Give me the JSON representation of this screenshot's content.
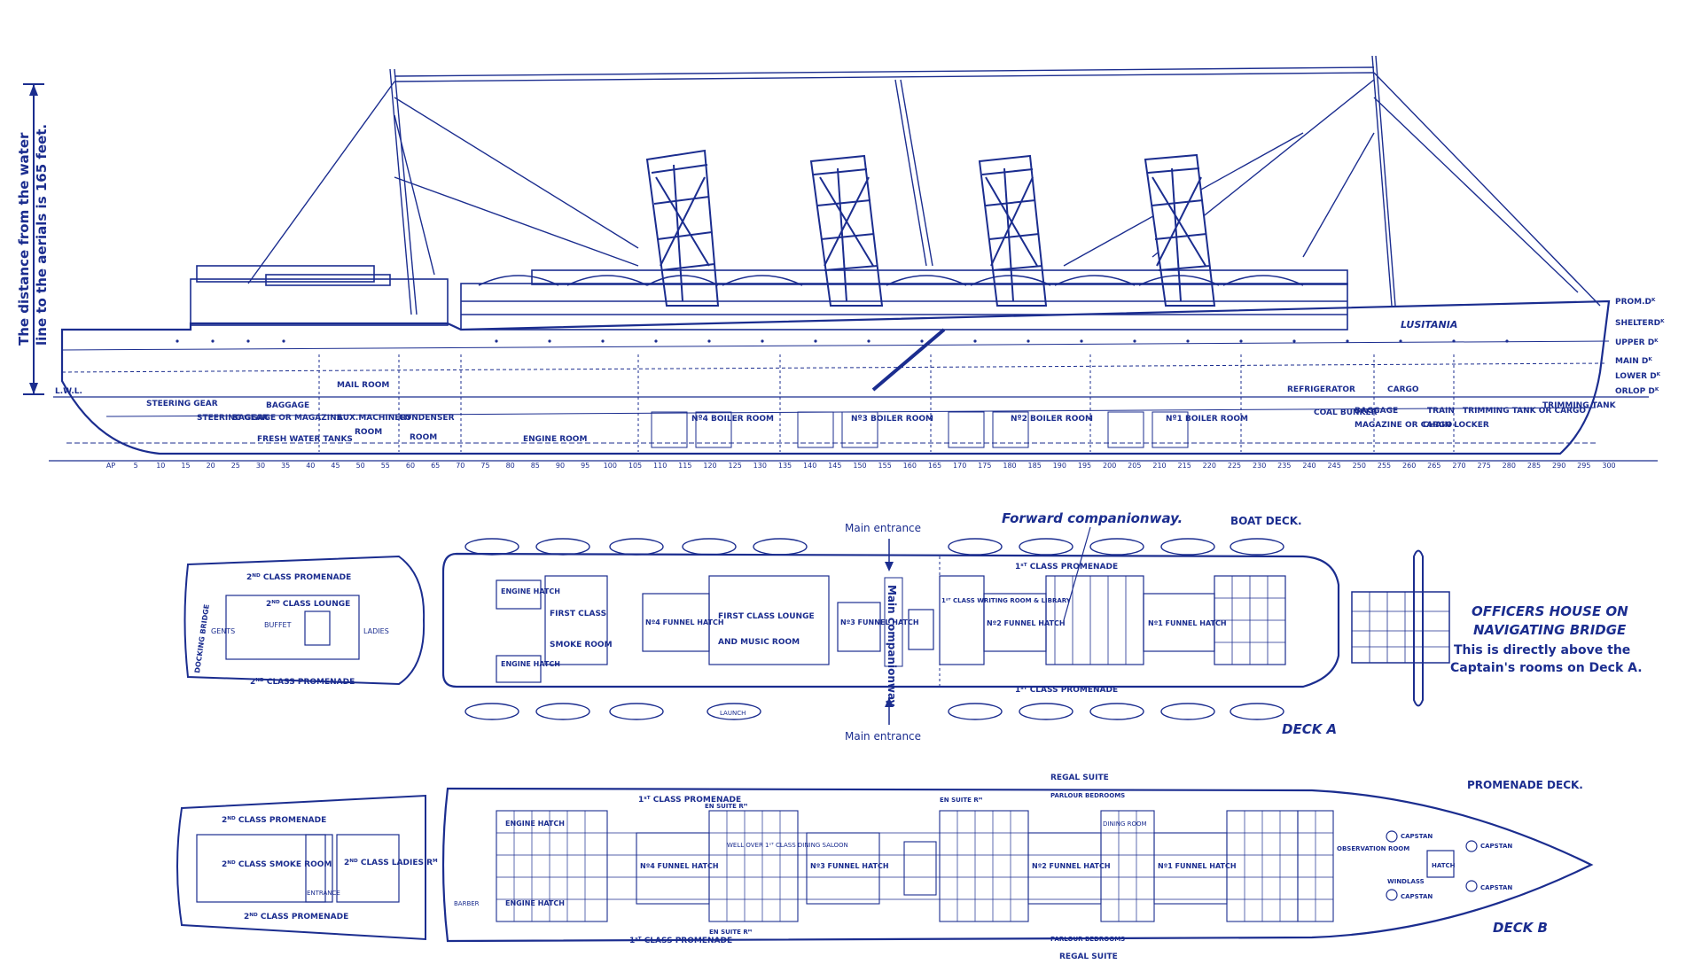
{
  "colors": {
    "ink": "#1b2d8f",
    "paper": "#ffffff"
  },
  "profile": {
    "distance_note_line1": "The distance from the water",
    "distance_note_line2": "line to the aerials is 165 feet.",
    "ship_name": "LUSITANIA",
    "lwl": "L.W.L.",
    "deck_labels": [
      "PROM.Dᴷ",
      "SHELTERDᴷ",
      "UPPER Dᴷ",
      "MAIN Dᴷ",
      "LOWER Dᴷ",
      "ORLOP Dᴷ"
    ],
    "compartments": [
      "STEERING GEAR",
      "BAGGAGE",
      "STEERING GEAR",
      "BAGGAGE OR MAGAZINE",
      "AUX.MACHINERY",
      "CONDENSER",
      "ROOM",
      "ROOM",
      "FRESH WATER TANKS",
      "MAIL ROOM",
      "ENGINE ROOM",
      "Nº4 BOILER ROOM",
      "Nº3 BOILER ROOM",
      "Nº2 BOILER ROOM",
      "Nº1 BOILER ROOM",
      "REFRIGERATOR",
      "CARGO",
      "COAL BUNKER",
      "BAGGAGE",
      "MAGAZINE OR CARGO",
      "TRAIN",
      "CHAIN LOCKER",
      "TRIMMING TANK OR CARGO",
      "TRIMMING TANK"
    ],
    "frame_numbers": [
      "AP",
      "5",
      "10",
      "15",
      "20",
      "25",
      "30",
      "35",
      "40",
      "45",
      "50",
      "55",
      "60",
      "65",
      "70",
      "75",
      "80",
      "85",
      "90",
      "95",
      "100",
      "105",
      "110",
      "115",
      "120",
      "125",
      "130",
      "135",
      "140",
      "145",
      "150",
      "155",
      "160",
      "165",
      "170",
      "175",
      "180",
      "185",
      "190",
      "195",
      "200",
      "205",
      "210",
      "215",
      "220",
      "225",
      "230",
      "235",
      "240",
      "245",
      "250",
      "255",
      "260",
      "265",
      "270",
      "275",
      "280",
      "285",
      "290",
      "295",
      "300"
    ]
  },
  "deck_a": {
    "title": "DECK A",
    "boat_deck": "BOAT DECK.",
    "forward_companionway": "Forward companionway.",
    "main_entrance_top": "Main entrance",
    "main_entrance_bottom": "Main entrance",
    "main_companionway": "Main companionway",
    "rooms": [
      "2ᴺᴰ CLASS PROMENADE",
      "2ᴺᴰ CLASS LOUNGE",
      "BUFFET",
      "GENTS",
      "LADIES",
      "2ᴺᴰ CLASS PROMENADE",
      "ENGINE HATCH",
      "FIRST CLASS",
      "SMOKE ROOM",
      "Nº4 FUNNEL HATCH",
      "FIRST CLASS LOUNGE",
      "AND MUSIC ROOM",
      "ENGINE HATCH",
      "Nº3 FUNNEL HATCH",
      "1ˢᵀ CLASS WRITING ROOM & LIBRARY",
      "Nº2 FUNNEL HATCH",
      "1ˢᵀ CLASS PROMENADE",
      "Nº1 FUNNEL HATCH",
      "1ˢᵀ CLASS PROMENADE",
      "LAUNCH",
      "DOCKING BRIDGE"
    ]
  },
  "officers": {
    "title_line1": "OFFICERS HOUSE ON",
    "title_line2": "NAVIGATING BRIDGE",
    "note_line1": "This is directly above the",
    "note_line2": "Captain's rooms on Deck A."
  },
  "deck_b": {
    "title": "DECK B",
    "promenade_deck": "PROMENADE DECK.",
    "regal_suite_top": "REGAL SUITE",
    "regal_suite_bottom": "REGAL SUITE",
    "rooms": [
      "2ᴺᴰ CLASS PROMENADE",
      "2ᴺᴰ CLASS SMOKE ROOM",
      "2ᴺᴰ CLASS LADIES Rᴹ",
      "ENTRANCE",
      "2ᴺᴰ CLASS PROMENADE",
      "1ˢᵀ CLASS PROMENADE",
      "ENGINE HATCH",
      "ENGINE HATCH",
      "BARBER",
      "Nº4 FUNNEL HATCH",
      "WELL OVER 1ˢᵀ CLASS DINING SALOON",
      "EN SUITE Rᴹ",
      "EN SUITE Rᴹ",
      "Nº3 FUNNEL HATCH",
      "EN SUITE Rᴹ",
      "Nº2 FUNNEL HATCH",
      "PARLOUR BEDROOMS",
      "DINING ROOM",
      "Nº1 FUNNEL HATCH",
      "OBSERVATION ROOM",
      "CAPSTAN",
      "CAPSTAN",
      "CAPSTAN",
      "CAPSTAN",
      "WINDLASS",
      "HATCH",
      "1ˢᵀ CLASS PROMENADE",
      "PARLOUR BEDROOMS"
    ]
  }
}
